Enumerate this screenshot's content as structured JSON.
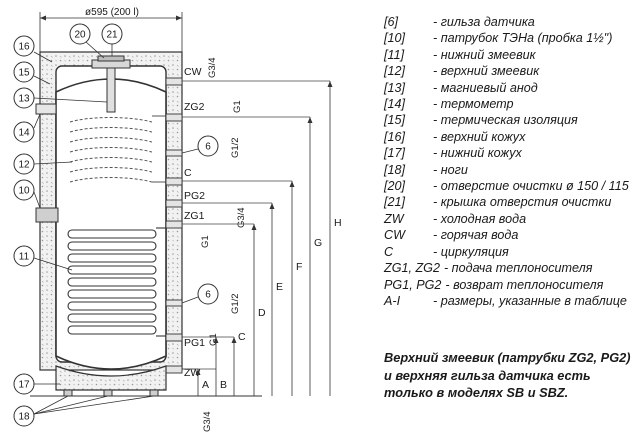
{
  "diagram": {
    "diameter_label": "ø595 (200 l)",
    "callouts": [
      "16",
      "20",
      "21",
      "15",
      "13",
      "14",
      "12",
      "6",
      "10",
      "11",
      "6",
      "17",
      "18"
    ],
    "connections": [
      "CW",
      "ZG2",
      "C",
      "PG2",
      "ZG1",
      "PG1",
      "ZW"
    ],
    "thread_sizes": [
      "G3/4",
      "G1",
      "G1/2",
      "G3/4",
      "G1",
      "G1/2",
      "G1",
      "G3/4"
    ],
    "dimensions": [
      "A",
      "B",
      "C",
      "D",
      "E",
      "F",
      "G",
      "H"
    ]
  },
  "legend": [
    {
      "code": "[6]",
      "text": "- гильза датчика"
    },
    {
      "code": "[10]",
      "text": "- патрубок ТЭНа (пробка 1½\")"
    },
    {
      "code": "[11]",
      "text": "- нижний змеевик"
    },
    {
      "code": "[12]",
      "text": "- верхний змеевик"
    },
    {
      "code": "[13]",
      "text": "- магниевый анод"
    },
    {
      "code": "[14]",
      "text": "- термометр"
    },
    {
      "code": "[15]",
      "text": "- термическая изоляция"
    },
    {
      "code": "[16]",
      "text": "- верхний кожух"
    },
    {
      "code": "[17]",
      "text": "- нижний кожух"
    },
    {
      "code": "[18]",
      "text": "- ноги"
    },
    {
      "code": "[20]",
      "text": "- отверстие очистки ø 150 / 115"
    },
    {
      "code": "[21]",
      "text": "- крышка отверстия очистки"
    },
    {
      "code": "ZW",
      "text": "- холодная вода"
    },
    {
      "code": "CW",
      "text": "- горячая вода"
    },
    {
      "code": "C",
      "text": "- циркуляция"
    },
    {
      "code": "ZG1, ZG2",
      "text": "- подача теплоносителя"
    },
    {
      "code": "PG1, PG2",
      "text": "- возврат теплоносителя"
    },
    {
      "code": "A-I",
      "text": "- размеры, указанные в таблице"
    }
  ],
  "note": "Верхний змеевик (патрубки ZG2, PG2) и верхняя гильза датчика есть только в моделях SB и SBZ."
}
